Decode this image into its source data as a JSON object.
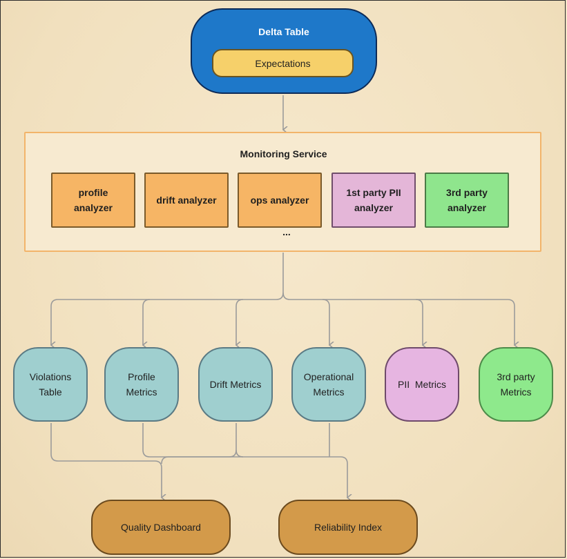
{
  "source": {
    "title": "Delta Table",
    "inner_label": "Expectations"
  },
  "monitoring": {
    "title": "Monitoring Service",
    "ellipsis": "...",
    "analyzers": [
      {
        "line1": "profile",
        "line2": "analyzer",
        "color": "#f6b565"
      },
      {
        "line1": "drift analyzer",
        "line2": "",
        "color": "#f6b565"
      },
      {
        "line1": "ops analyzer",
        "line2": "",
        "color": "#f6b565"
      },
      {
        "line1": "1st party PII",
        "line2": "analyzer",
        "color": "#e4b6d8"
      },
      {
        "line1": "3rd party",
        "line2": "analyzer",
        "color": "#8fe58d"
      }
    ]
  },
  "metrics": [
    {
      "line1": "Violations",
      "line2": "Table",
      "color": "#9fcfcf"
    },
    {
      "line1": "Profile",
      "line2": "Metrics",
      "color": "#9fcfcf"
    },
    {
      "line1": "Drift Metrics",
      "line2": "",
      "color": "#9fcfcf"
    },
    {
      "line1": "Operational",
      "line2": "Metrics",
      "color": "#9fcfcf"
    },
    {
      "line1": "PII  Metrics",
      "line2": "",
      "color": "#e6b5e1"
    },
    {
      "line1": "3rd party",
      "line2": "Metrics",
      "color": "#8ee98c"
    }
  ],
  "outputs": [
    {
      "label": "Quality Dashboard",
      "color": "#d39a4a"
    },
    {
      "label": "Reliability Index",
      "color": "#d39a4a"
    }
  ],
  "colors": {
    "background": "#f3e3c4",
    "delta_table": "#1e78c9",
    "expectations": "#f6d06a",
    "monitor_border": "#f2b46a",
    "connector": "#9a9a9a"
  }
}
